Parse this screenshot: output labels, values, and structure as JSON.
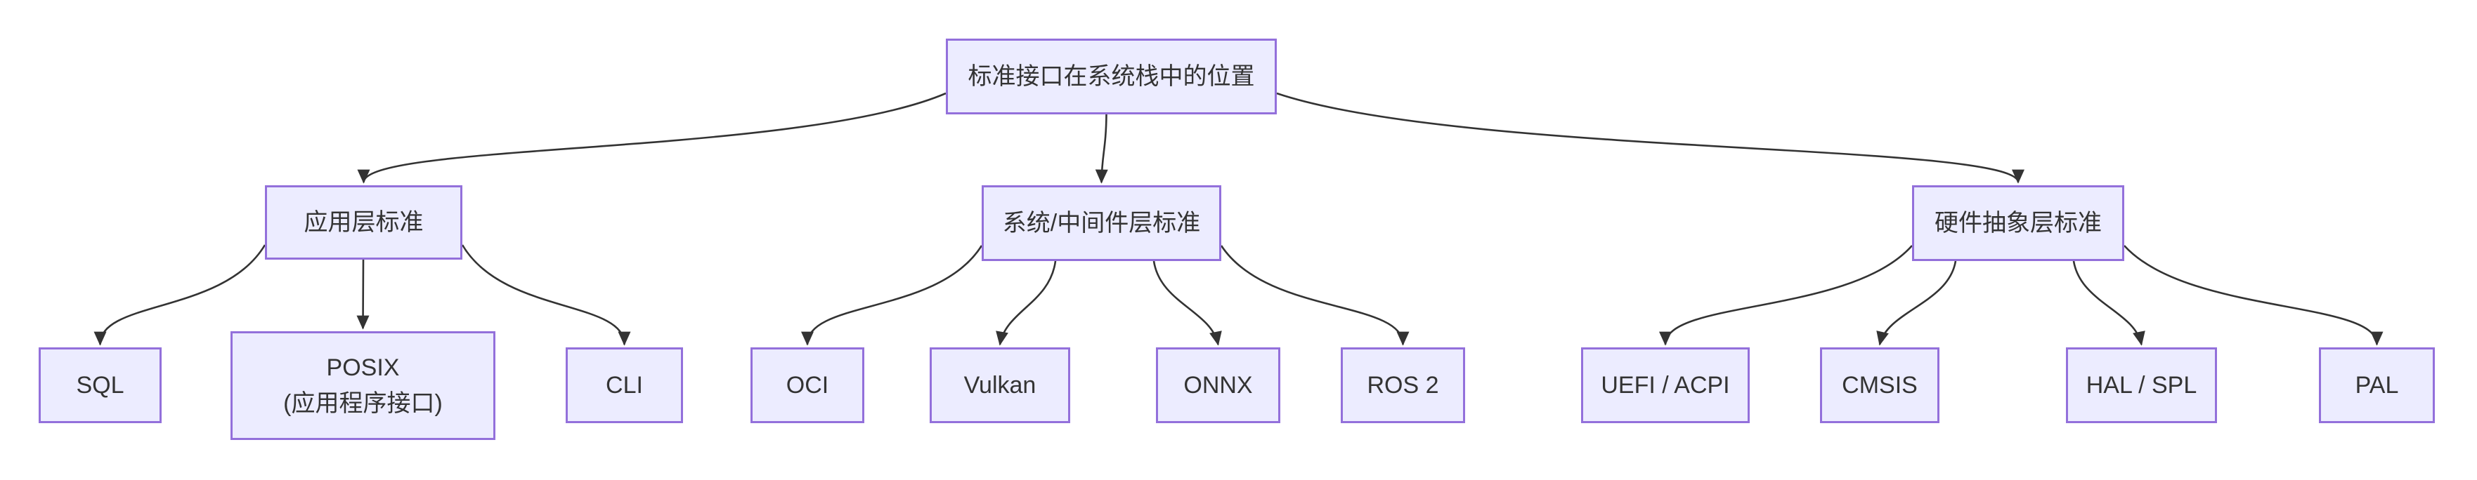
{
  "diagram": {
    "type": "flowchart",
    "direction": "top-down",
    "colors": {
      "node_fill": "#ECECFF",
      "node_border": "#9370DB",
      "edge": "#333333",
      "text": "#333333",
      "background": "#FFFFFF"
    },
    "nodes": [
      {
        "id": "root",
        "label": "标准接口在系统栈中的位置"
      },
      {
        "id": "app",
        "label": "应用层标准"
      },
      {
        "id": "sys",
        "label": "系统/中间件层标准"
      },
      {
        "id": "hw",
        "label": "硬件抽象层标准"
      },
      {
        "id": "sql",
        "label": "SQL"
      },
      {
        "id": "posix",
        "label": "POSIX\n(应用程序接口)"
      },
      {
        "id": "cli",
        "label": "CLI"
      },
      {
        "id": "oci",
        "label": "OCI"
      },
      {
        "id": "vulkan",
        "label": "Vulkan"
      },
      {
        "id": "onnx",
        "label": "ONNX"
      },
      {
        "id": "ros2",
        "label": "ROS 2"
      },
      {
        "id": "uefi",
        "label": "UEFI / ACPI"
      },
      {
        "id": "cmsis",
        "label": "CMSIS"
      },
      {
        "id": "hal",
        "label": "HAL / SPL"
      },
      {
        "id": "pal",
        "label": "PAL"
      }
    ],
    "edges": [
      {
        "from": "root",
        "to": "app"
      },
      {
        "from": "root",
        "to": "sys"
      },
      {
        "from": "root",
        "to": "hw"
      },
      {
        "from": "app",
        "to": "sql"
      },
      {
        "from": "app",
        "to": "posix"
      },
      {
        "from": "app",
        "to": "cli"
      },
      {
        "from": "sys",
        "to": "oci"
      },
      {
        "from": "sys",
        "to": "vulkan"
      },
      {
        "from": "sys",
        "to": "onnx"
      },
      {
        "from": "sys",
        "to": "ros2"
      },
      {
        "from": "hw",
        "to": "uefi"
      },
      {
        "from": "hw",
        "to": "cmsis"
      },
      {
        "from": "hw",
        "to": "hal"
      },
      {
        "from": "hw",
        "to": "pal"
      }
    ]
  }
}
